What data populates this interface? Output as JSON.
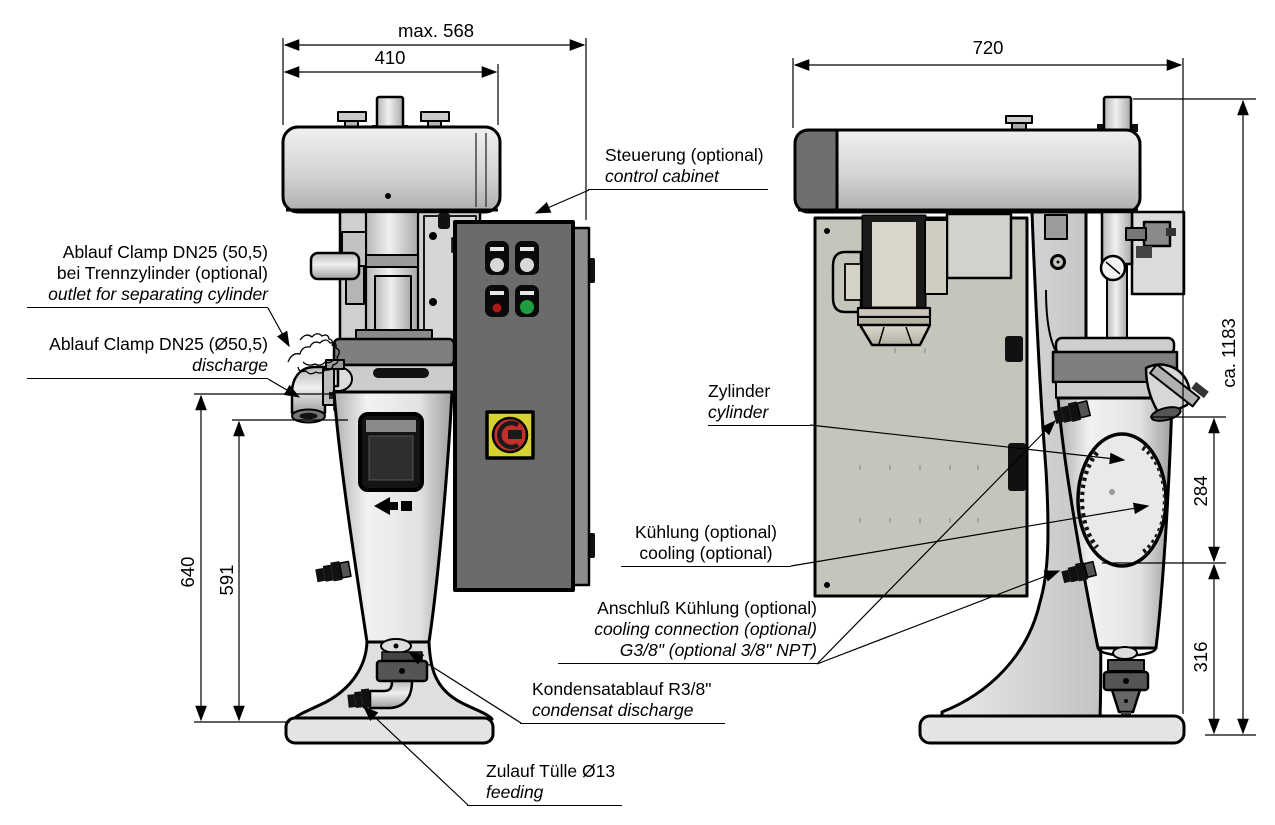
{
  "labels": {
    "outlet_separating": {
      "de1": "Ablauf Clamp DN25 (50,5)",
      "de2": "bei Trennzylinder (optional)",
      "en": "outlet for separating cylinder"
    },
    "discharge": {
      "de": "Ablauf Clamp DN25 (Ø50,5)",
      "en": "discharge"
    },
    "control_cabinet": {
      "de": "Steuerung (optional)",
      "en": "control cabinet"
    },
    "cylinder": {
      "de": "Zylinder",
      "en": "cylinder"
    },
    "cooling": {
      "de": "Kühlung (optional)",
      "en": "cooling (optional)"
    },
    "cooling_connection": {
      "de": "Anschluß Kühlung (optional)",
      "en1": "cooling connection (optional)",
      "en2": "G3/8\" (optional 3/8\" NPT)"
    },
    "condensate": {
      "de": "Kondensatablauf R3/8\"",
      "en": "condensat discharge"
    },
    "feeding": {
      "de": "Zulauf Tülle Ø13",
      "en": "feeding"
    }
  },
  "dimensions": {
    "width_max": "max. 568",
    "width_hood": "410",
    "depth": "720",
    "height_total": "ca. 1183",
    "height_left_outer": "640",
    "height_left_inner": "591",
    "height_upper": "284",
    "height_lower": "316"
  },
  "colors": {
    "switch_yellow": "#d6d330",
    "switch_red": "#c2302c",
    "lamp_red": "#b01818",
    "lamp_green": "#1f9e40",
    "cabinet_gray": "#6b6b6b",
    "panel_gray": "#c6c5bc"
  }
}
